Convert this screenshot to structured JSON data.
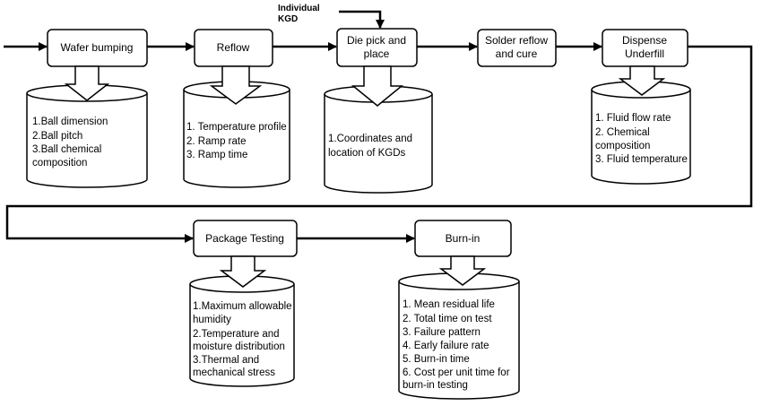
{
  "input": {
    "label_lines": [
      "Individual",
      "KGD"
    ]
  },
  "steps": [
    {
      "id": "wafer-bumping",
      "label_lines": [
        "Wafer bumping"
      ],
      "params": [
        "1.Ball dimension",
        "2.Ball pitch",
        "3.Ball chemical",
        "composition"
      ]
    },
    {
      "id": "reflow",
      "label_lines": [
        "Reflow"
      ],
      "params": [
        "1. Temperature profile",
        "2. Ramp rate",
        "3. Ramp time"
      ]
    },
    {
      "id": "die-pick-and-place",
      "label_lines": [
        "Die pick and",
        "place"
      ],
      "params": [
        "1.Coordinates and",
        "location of KGDs"
      ]
    },
    {
      "id": "solder-reflow-and-cure",
      "label_lines": [
        "Solder reflow",
        "and cure"
      ],
      "params": []
    },
    {
      "id": "dispense-underfill",
      "label_lines": [
        "Dispense",
        "Underfill"
      ],
      "params": [
        "1.  Fluid flow rate",
        "2.  Chemical",
        "composition",
        "3.  Fluid temperature"
      ]
    },
    {
      "id": "package-testing",
      "label_lines": [
        "Package Testing"
      ],
      "params": [
        "1.Maximum allowable",
        "humidity",
        "2.Temperature and",
        "moisture distribution",
        "3.Thermal and",
        "mechanical stress"
      ]
    },
    {
      "id": "burn-in",
      "label_lines": [
        "Burn-in"
      ],
      "params": [
        "1.  Mean residual life",
        "2.  Total time on test",
        "3.  Failure pattern",
        "4.  Early failure rate",
        "5.  Burn-in time",
        "6.  Cost per unit time for",
        "burn-in testing"
      ]
    }
  ]
}
